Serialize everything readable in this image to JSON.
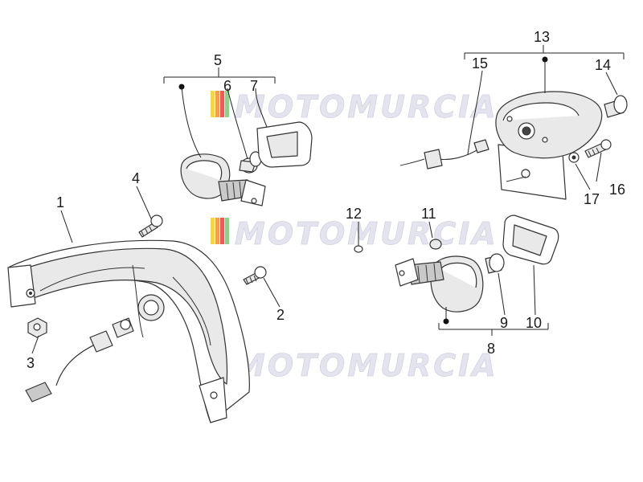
{
  "watermark": {
    "text": "MOTOMURCIA"
  },
  "callouts": {
    "n1": "1",
    "n2": "2",
    "n3": "3",
    "n4": "4",
    "n5": "5",
    "n6": "6",
    "n7": "7",
    "n8": "8",
    "n9": "9",
    "n10": "10",
    "n11": "11",
    "n12": "12",
    "n13": "13",
    "n14": "14",
    "n15": "15",
    "n16": "16",
    "n17": "17"
  },
  "colors": {
    "stripe_yellow": "#f2d64b",
    "stripe_orange": "#f0a050",
    "stripe_red": "#e06060",
    "stripe_green": "#8fcf8f",
    "watermark_fill": "#e4e4ef"
  }
}
